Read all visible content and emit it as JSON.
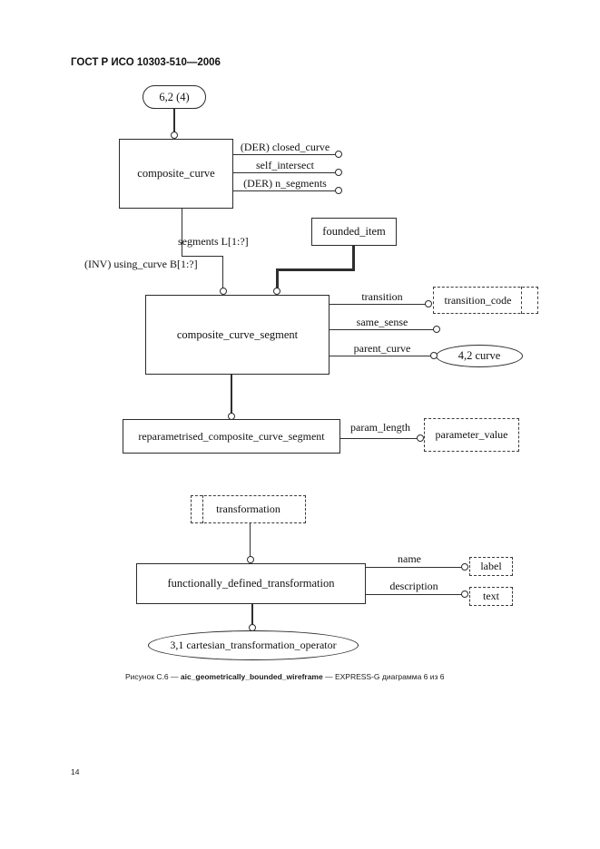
{
  "header": {
    "title": "ГОСТ Р ИСО 10303-510—2006"
  },
  "diagram": {
    "page_ref_top": "6,2 (4)",
    "composite_curve": "composite_curve",
    "attr_closed_curve": "(DER) closed_curve",
    "attr_self_intersect": "self_intersect",
    "attr_n_segments": "(DER) n_segments",
    "rel_segments": "segments L[1:?]",
    "rel_using_curve": "(INV) using_curve B[1:?]",
    "founded_item": "founded_item",
    "composite_curve_segment": "composite_curve_segment",
    "attr_transition": "transition",
    "transition_code": "transition_code",
    "attr_same_sense": "same_sense",
    "attr_parent_curve": "parent_curve",
    "curve_page_ref": "4,2 curve",
    "reparametrised_segment": "reparametrised_composite_curve_segment",
    "attr_param_length": "param_length",
    "parameter_value": "parameter_value",
    "transformation": "transformation",
    "functionally_defined_transformation": "functionally_defined_transformation",
    "attr_name": "name",
    "type_label": "label",
    "attr_description": "description",
    "type_text": "text",
    "cartesian_page_ref": "3,1 cartesian_transformation_operator"
  },
  "caption": {
    "prefix": "Рисунок С.6 — ",
    "entity": "aic_geometrically_bounded_wireframe",
    "suffix": " — EXPRESS-G диаграмма 6 из 6"
  },
  "footer": {
    "page_number": "14"
  }
}
